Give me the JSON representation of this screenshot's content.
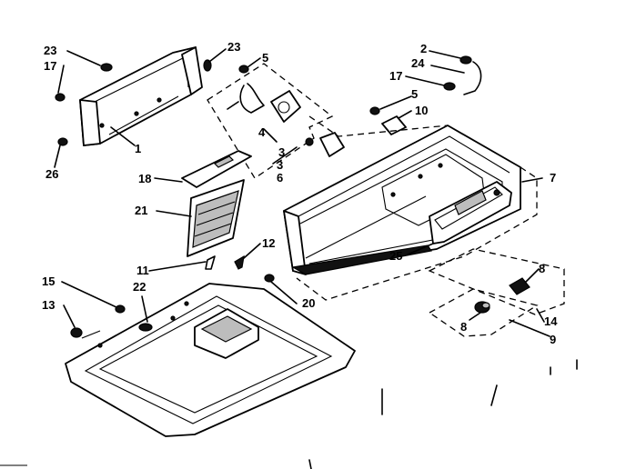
{
  "callouts": [
    {
      "id": "c23a",
      "text": "23"
    },
    {
      "id": "c17a",
      "text": "17"
    },
    {
      "id": "c26",
      "text": "26"
    },
    {
      "id": "c1",
      "text": "1"
    },
    {
      "id": "c23b",
      "text": "23"
    },
    {
      "id": "c5a",
      "text": "5"
    },
    {
      "id": "c4",
      "text": "4"
    },
    {
      "id": "c3a",
      "text": "3"
    },
    {
      "id": "c3b",
      "text": "3"
    },
    {
      "id": "c6",
      "text": "6"
    },
    {
      "id": "c2",
      "text": "2"
    },
    {
      "id": "c24",
      "text": "24"
    },
    {
      "id": "c17b",
      "text": "17"
    },
    {
      "id": "c5b",
      "text": "5"
    },
    {
      "id": "c10",
      "text": "10"
    },
    {
      "id": "c7",
      "text": "7"
    },
    {
      "id": "c18",
      "text": "18"
    },
    {
      "id": "c21",
      "text": "21"
    },
    {
      "id": "c12",
      "text": "12"
    },
    {
      "id": "c11",
      "text": "11"
    },
    {
      "id": "c25",
      "text": "25"
    },
    {
      "id": "c8a",
      "text": "8"
    },
    {
      "id": "c14",
      "text": "14"
    },
    {
      "id": "c8b",
      "text": "8"
    },
    {
      "id": "c9",
      "text": "9"
    },
    {
      "id": "c15",
      "text": "15"
    },
    {
      "id": "c22",
      "text": "22"
    },
    {
      "id": "c20",
      "text": "20"
    },
    {
      "id": "c13",
      "text": "13"
    }
  ],
  "icons": {
    "screw": "screw-icon",
    "knob": "knob-icon",
    "switch": "switch-icon",
    "timer": "timer-icon"
  }
}
